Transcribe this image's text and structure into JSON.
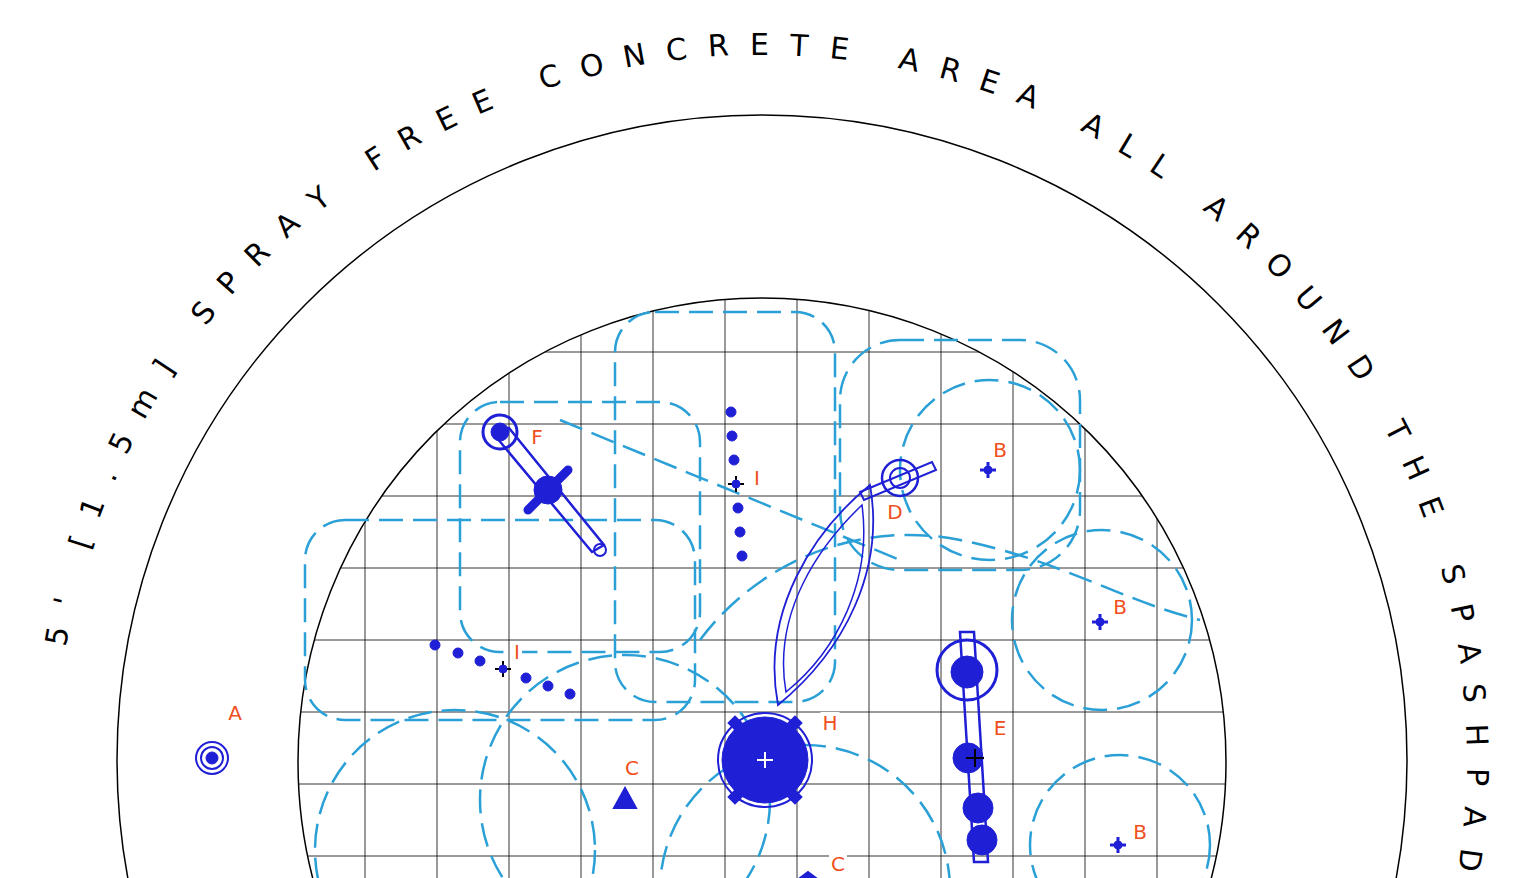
{
  "diagram": {
    "labels": [
      "5' [1.5m] SPRAY FREE CONCRETE AREA ALL AROUND THE SPASHPAD",
      "F",
      "B",
      "I",
      "D",
      "B",
      "I",
      "A",
      "H",
      "E",
      "C",
      "B",
      "C"
    ]
  }
}
